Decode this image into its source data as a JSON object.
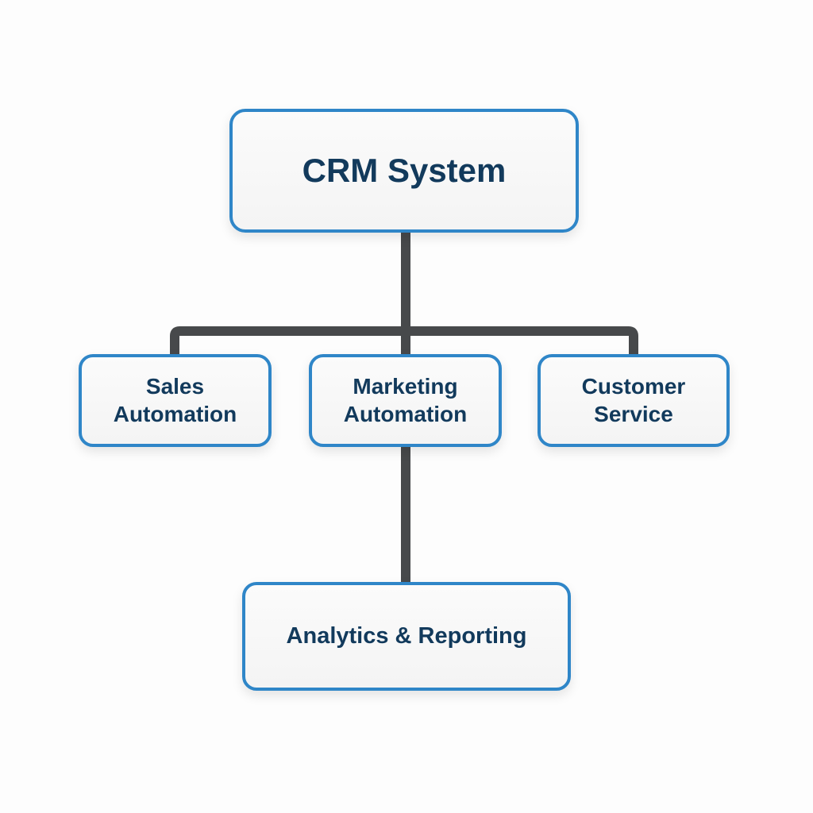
{
  "diagram": {
    "type": "hierarchy",
    "colors": {
      "node_border": "#2f86c8",
      "node_text": "#123a5c",
      "connector": "#47494b",
      "background": "#fdfdfd"
    },
    "nodes": {
      "root": {
        "label": "CRM System"
      },
      "sales": {
        "label": "Sales\nAutomation"
      },
      "marketing": {
        "label": "Marketing\nAutomation"
      },
      "service": {
        "label": "Customer\nService"
      },
      "analytics": {
        "label": "Analytics & Reporting"
      }
    },
    "edges": [
      {
        "from": "CRM System",
        "to": "Sales Automation"
      },
      {
        "from": "CRM System",
        "to": "Marketing Automation"
      },
      {
        "from": "CRM System",
        "to": "Customer Service"
      },
      {
        "from": "Marketing Automation",
        "to": "Analytics & Reporting"
      }
    ]
  }
}
